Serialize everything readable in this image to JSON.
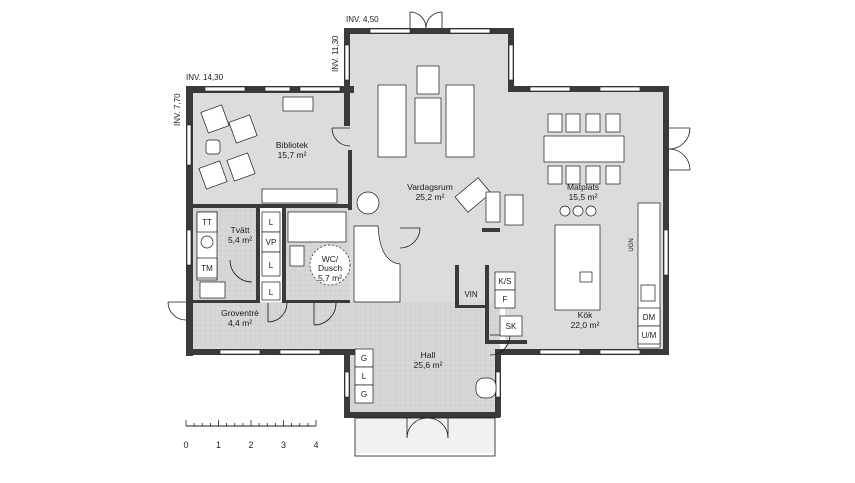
{
  "rooms": {
    "bibliotek": {
      "name": "Bibliotek",
      "area": "15,7 m²"
    },
    "vardagsrum": {
      "name": "Vardagsrum",
      "area": "25,2 m²"
    },
    "matplats": {
      "name": "Matplats",
      "area": "15,5 m²"
    },
    "tvatt": {
      "name": "Tvätt",
      "area": "5,4 m²"
    },
    "wc_line1": "WC/",
    "wc_line2": "Dusch",
    "wc_area": "5,7 m²",
    "kok": {
      "name": "Kök",
      "area": "22,0 m²"
    },
    "groventre": {
      "name": "Groventré",
      "area": "4,4 m²"
    },
    "hall": {
      "name": "Hall",
      "area": "25,6 m²"
    }
  },
  "inv_labels": {
    "top": "INV. 4,50",
    "vertical_top": "INV. 11,30",
    "library_top": "INV. 14,30",
    "library_side": "INV. 7,70"
  },
  "fixtures": {
    "tt": "TT",
    "tm": "TM",
    "vp": "VP",
    "l1": "L",
    "l2": "L",
    "l3": "L",
    "vin": "VIN",
    "ks": "K/S",
    "f": "F",
    "sk": "SK",
    "g1": "G",
    "l4": "L",
    "g2": "G",
    "dm": "DM",
    "um": "U/M",
    "ugn": "UGN"
  },
  "scale_bar": {
    "ticks": [
      "0",
      "1",
      "2",
      "3",
      "4"
    ]
  }
}
